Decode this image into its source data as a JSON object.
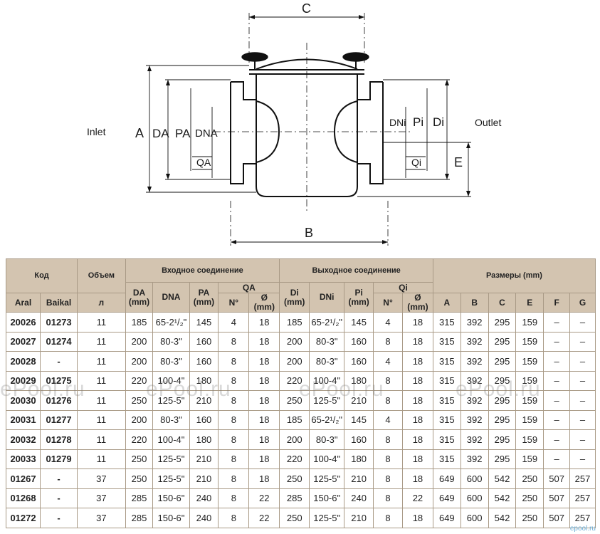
{
  "drawing": {
    "labels": {
      "C": "C",
      "B": "B",
      "A": "A",
      "DA": "DA",
      "PA": "PA",
      "DNA": "DNA",
      "QA": "QA",
      "DNi": "DNi",
      "Pi": "Pi",
      "Di": "Di",
      "Qi": "Qi",
      "E": "E",
      "inlet": "Inlet",
      "outlet": "Outlet"
    }
  },
  "table": {
    "group_headers": {
      "code": "Код",
      "volume": "Объем",
      "inlet": "Входное соединение",
      "outlet": "Выходное соединение",
      "dims": "Размеры (mm)"
    },
    "sub_headers": {
      "aral": "Aral",
      "baikal": "Baikal",
      "volume_unit": "л",
      "da": "DA\n(mm)",
      "dna": "DNA",
      "pa": "PA\n(mm)",
      "qa": "QA",
      "qa_n": "N°",
      "qa_d": "Ø\n(mm)",
      "di": "Di\n(mm)",
      "dni": "DNi",
      "pi": "Pi\n(mm)",
      "qi": "Qi",
      "qi_n": "N°",
      "qi_d": "Ø\n(mm)",
      "a": "A",
      "b": "B",
      "c": "C",
      "e": "E",
      "f": "F",
      "g": "G"
    },
    "rows": [
      [
        "20026",
        "01273",
        "11",
        "185",
        "65-2¹/₂\"",
        "145",
        "4",
        "18",
        "185",
        "65-2¹/₂\"",
        "145",
        "4",
        "18",
        "315",
        "392",
        "295",
        "159",
        "–",
        "–"
      ],
      [
        "20027",
        "01274",
        "11",
        "200",
        "80-3\"",
        "160",
        "8",
        "18",
        "200",
        "80-3\"",
        "160",
        "8",
        "18",
        "315",
        "392",
        "295",
        "159",
        "–",
        "–"
      ],
      [
        "20028",
        "-",
        "11",
        "200",
        "80-3\"",
        "160",
        "8",
        "18",
        "200",
        "80-3\"",
        "160",
        "4",
        "18",
        "315",
        "392",
        "295",
        "159",
        "–",
        "–"
      ],
      [
        "20029",
        "01275",
        "11",
        "220",
        "100-4\"",
        "180",
        "8",
        "18",
        "220",
        "100-4\"",
        "180",
        "8",
        "18",
        "315",
        "392",
        "295",
        "159",
        "–",
        "–"
      ],
      [
        "20030",
        "01276",
        "11",
        "250",
        "125-5\"",
        "210",
        "8",
        "18",
        "250",
        "125-5\"",
        "210",
        "8",
        "18",
        "315",
        "392",
        "295",
        "159",
        "–",
        "–"
      ],
      [
        "20031",
        "01277",
        "11",
        "200",
        "80-3\"",
        "160",
        "8",
        "18",
        "185",
        "65-2¹/₂\"",
        "145",
        "4",
        "18",
        "315",
        "392",
        "295",
        "159",
        "–",
        "–"
      ],
      [
        "20032",
        "01278",
        "11",
        "220",
        "100-4\"",
        "180",
        "8",
        "18",
        "200",
        "80-3\"",
        "160",
        "8",
        "18",
        "315",
        "392",
        "295",
        "159",
        "–",
        "–"
      ],
      [
        "20033",
        "01279",
        "11",
        "250",
        "125-5\"",
        "210",
        "8",
        "18",
        "220",
        "100-4\"",
        "180",
        "8",
        "18",
        "315",
        "392",
        "295",
        "159",
        "–",
        "–"
      ],
      [
        "01267",
        "-",
        "37",
        "250",
        "125-5\"",
        "210",
        "8",
        "18",
        "250",
        "125-5\"",
        "210",
        "8",
        "18",
        "649",
        "600",
        "542",
        "250",
        "507",
        "257"
      ],
      [
        "01268",
        "-",
        "37",
        "285",
        "150-6\"",
        "240",
        "8",
        "22",
        "285",
        "150-6\"",
        "240",
        "8",
        "22",
        "649",
        "600",
        "542",
        "250",
        "507",
        "257"
      ],
      [
        "01272",
        "-",
        "37",
        "285",
        "150-6\"",
        "240",
        "8",
        "22",
        "250",
        "125-5\"",
        "210",
        "8",
        "18",
        "649",
        "600",
        "542",
        "250",
        "507",
        "257"
      ]
    ]
  },
  "watermarks": [
    "ePool.ru",
    "ePool.ru",
    "ePool.ru",
    "ePool.ru"
  ],
  "corner_logo": "epool.ru"
}
